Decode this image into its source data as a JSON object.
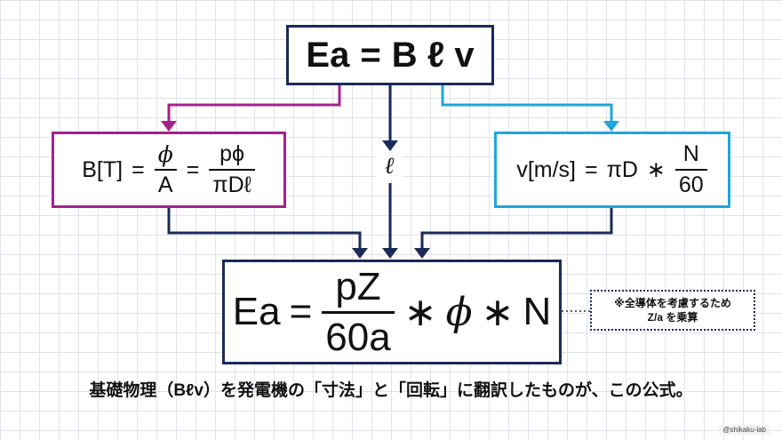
{
  "colors": {
    "navy": "#1a2a5a",
    "magenta": "#a6208b",
    "cyan": "#1fa5da"
  },
  "top_formula": {
    "lhs": "Ea",
    "eq": "=",
    "rhs": "B ℓ v"
  },
  "left_formula": {
    "lhs": "B[T]",
    "eq1": "=",
    "frac1_num": "ϕ",
    "frac1_den": "A",
    "eq2": "=",
    "frac2_num": "pϕ",
    "frac2_den": "πDℓ"
  },
  "middle_label": "ℓ",
  "right_formula": {
    "lhs": "v[m/s]",
    "eq": "=",
    "term": "πD",
    "op": "∗",
    "frac_num": "N",
    "frac_den": "60"
  },
  "bottom_formula": {
    "lhs": "Ea",
    "eq": "=",
    "frac_num": "pZ",
    "frac_den": "60a",
    "op1": "∗",
    "phi": "ϕ",
    "op2": "∗",
    "n": "N"
  },
  "note": {
    "line1": "※全導体を考慮するため",
    "line2": "Z/a を乗算"
  },
  "caption": "基礎物理（Bℓv）を発電機の「寸法」と「回転」に翻訳したものが、この公式。",
  "watermark": "@shikaku-lab"
}
